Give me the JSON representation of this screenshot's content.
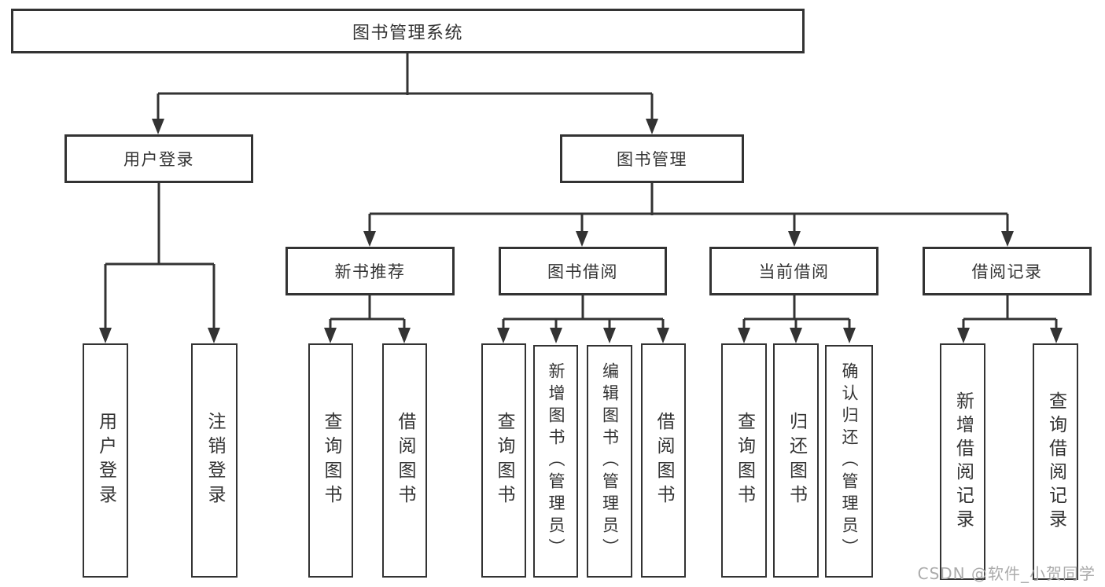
{
  "diagram": {
    "root": "图书管理系统",
    "level2": {
      "user_login": "用户登录",
      "book_management": "图书管理"
    },
    "level3": {
      "new_book_recommend": "新书推荐",
      "book_borrowing": "图书借阅",
      "current_borrowing": "当前借阅",
      "borrowing_records": "借阅记录"
    },
    "leaves": {
      "user_login": "用户登录",
      "logout": "注销登录",
      "query_books_1": "查询图书",
      "borrow_books_1": "借阅图书",
      "query_books_2": "查询图书",
      "add_books_admin": "新增图书（管理员）",
      "edit_books_admin": "编辑图书（管理员）",
      "borrow_books_2": "借阅图书",
      "query_books_3": "查询图书",
      "return_books": "归还图书",
      "confirm_return_admin": "确认归还（管理员）",
      "add_borrow_record": "新增借阅记录",
      "query_borrow_record": "查询借阅记录"
    }
  },
  "watermark": "CSDN @软件_小贺同学",
  "colors": {
    "line": "#333333",
    "text": "#333333",
    "watermark": "#ababab",
    "background": "#ffffff"
  }
}
